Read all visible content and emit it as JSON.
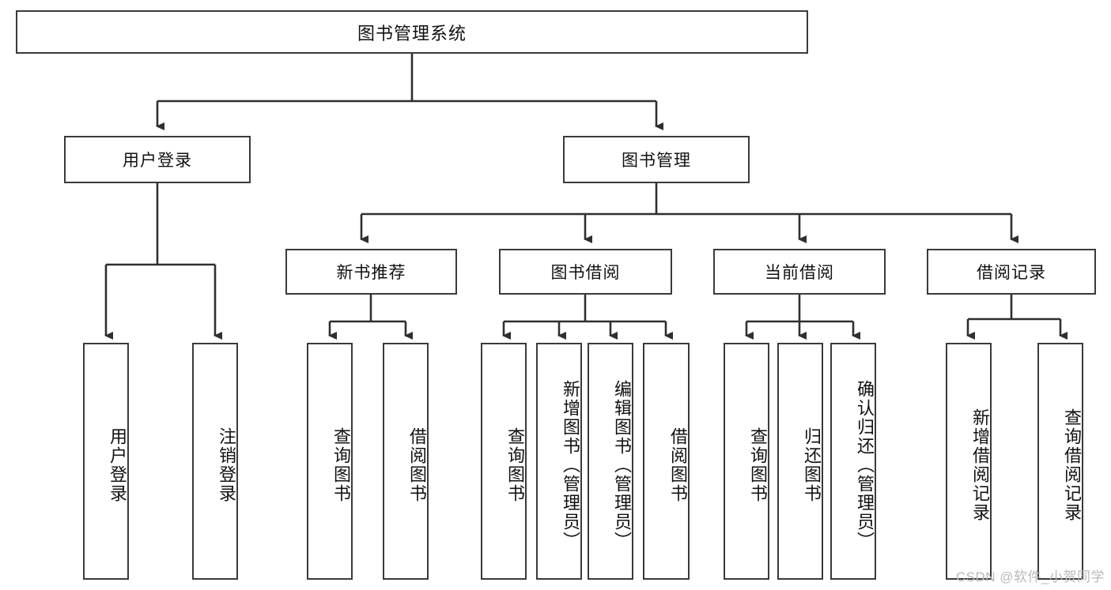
{
  "diagram": {
    "title": "图书管理系统",
    "type": "tree-hierarchy-chart",
    "root": {
      "label": "图书管理系统"
    },
    "level2": [
      {
        "label": "用户登录"
      },
      {
        "label": "图书管理"
      }
    ],
    "level3": [
      {
        "label": "新书推荐"
      },
      {
        "label": "图书借阅"
      },
      {
        "label": "当前借阅"
      },
      {
        "label": "借阅记录"
      }
    ],
    "leaves": {
      "user_login": [
        {
          "label": "用户登录"
        },
        {
          "label": "注销登录"
        }
      ],
      "new_book": [
        {
          "label": "查询图书"
        },
        {
          "label": "借阅图书"
        }
      ],
      "book_borrow": [
        {
          "label": "查询图书"
        },
        {
          "label": "新增图书（管理员）"
        },
        {
          "label": "编辑图书（管理员）"
        },
        {
          "label": "借阅图书"
        }
      ],
      "current_borrow": [
        {
          "label": "查询图书"
        },
        {
          "label": "归还图书"
        },
        {
          "label": "确认归还（管理员）"
        }
      ],
      "borrow_record": [
        {
          "label": "新增借阅记录"
        },
        {
          "label": "查询借阅记录"
        }
      ]
    }
  },
  "watermark": {
    "text": "CSDN @软件_小贺同学"
  },
  "colors": {
    "border": "#3a3a3a",
    "background": "#ffffff",
    "text": "#111111",
    "watermark": "#b9b9b9"
  }
}
